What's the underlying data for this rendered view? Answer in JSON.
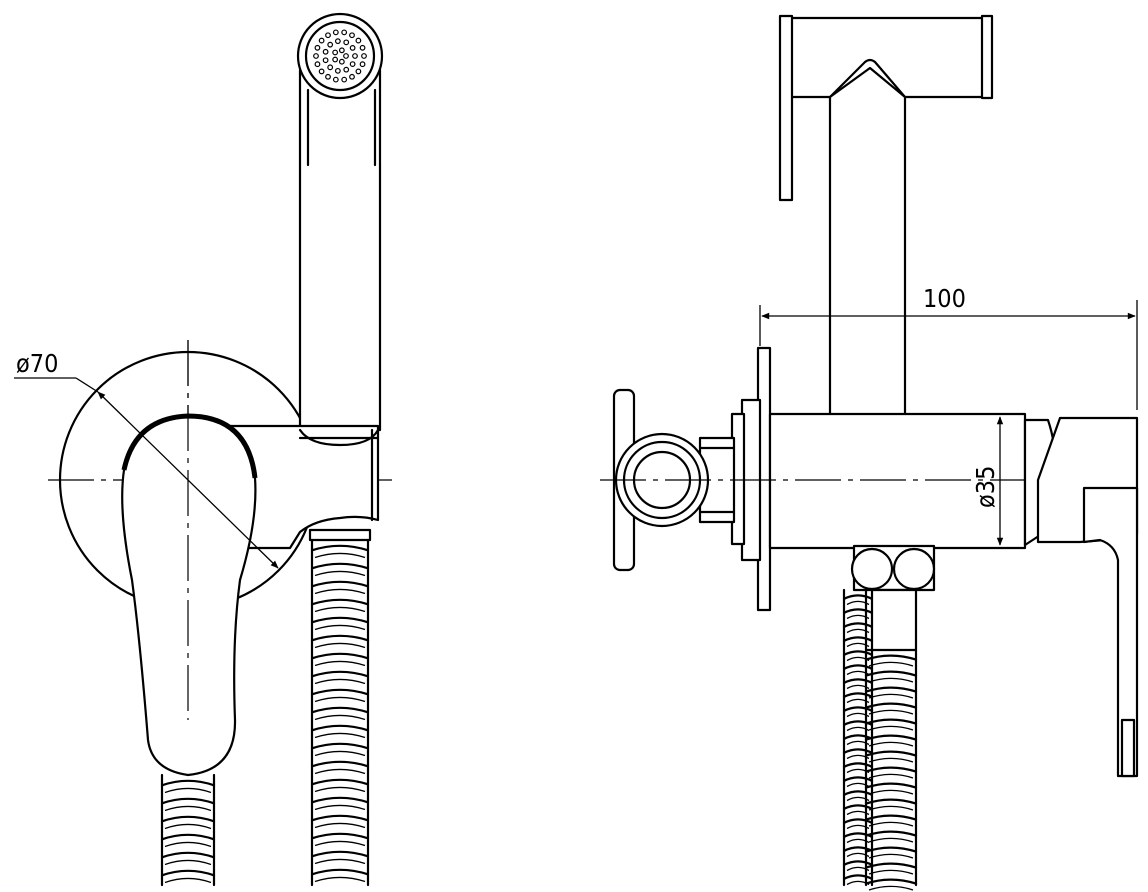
{
  "dimensions": {
    "flange_diameter": "ø70",
    "body_diameter": "ø35",
    "projection": "100"
  },
  "colors": {
    "line": "#000000",
    "background": "#ffffff"
  }
}
